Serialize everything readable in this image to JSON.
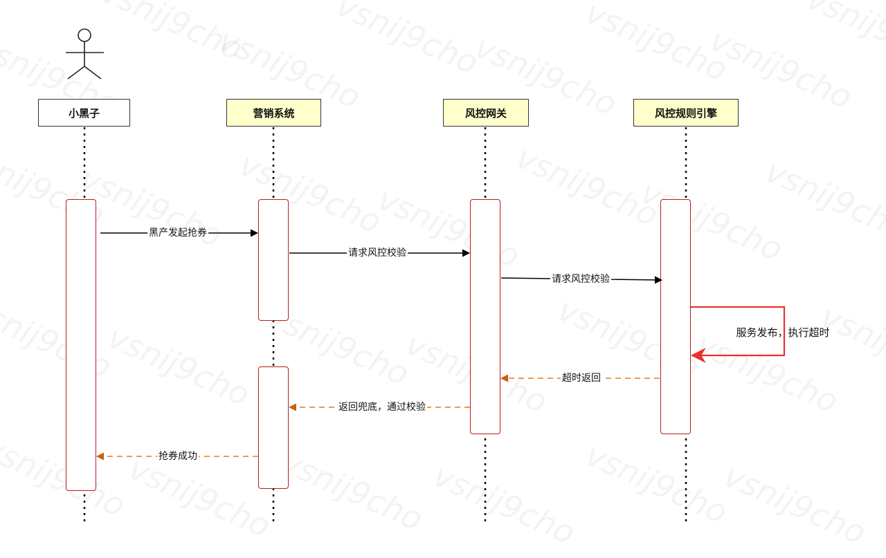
{
  "watermark": "vsnij9cho",
  "colors": {
    "participant_fill": "#ffffcc",
    "activation_border": "#b8191b",
    "message_line": "#000000",
    "return_line": "#e07a1f",
    "self_call": "#e8322f"
  },
  "participants": [
    {
      "id": "p1",
      "label": "小黑子",
      "style": "white",
      "actor_icon": "stick-figure-icon"
    },
    {
      "id": "p2",
      "label": "营销系统",
      "style": "yellow"
    },
    {
      "id": "p3",
      "label": "风控网关",
      "style": "yellow"
    },
    {
      "id": "p4",
      "label": "风控规则引擎",
      "style": "yellow"
    }
  ],
  "messages": [
    {
      "from": "p1",
      "to": "p2",
      "label": "黑产发起抢券",
      "kind": "call"
    },
    {
      "from": "p2",
      "to": "p3",
      "label": "请求风控校验",
      "kind": "call"
    },
    {
      "from": "p3",
      "to": "p4",
      "label": "请求风控校验",
      "kind": "call"
    },
    {
      "from": "p4",
      "to": "p4",
      "label": "服务发布，执行超时",
      "kind": "self"
    },
    {
      "from": "p4",
      "to": "p3",
      "label": "超时返回",
      "kind": "return"
    },
    {
      "from": "p3",
      "to": "p2",
      "label": "返回兜底，通过校验",
      "kind": "return"
    },
    {
      "from": "p2",
      "to": "p1",
      "label": "抢券成功",
      "kind": "return"
    }
  ]
}
